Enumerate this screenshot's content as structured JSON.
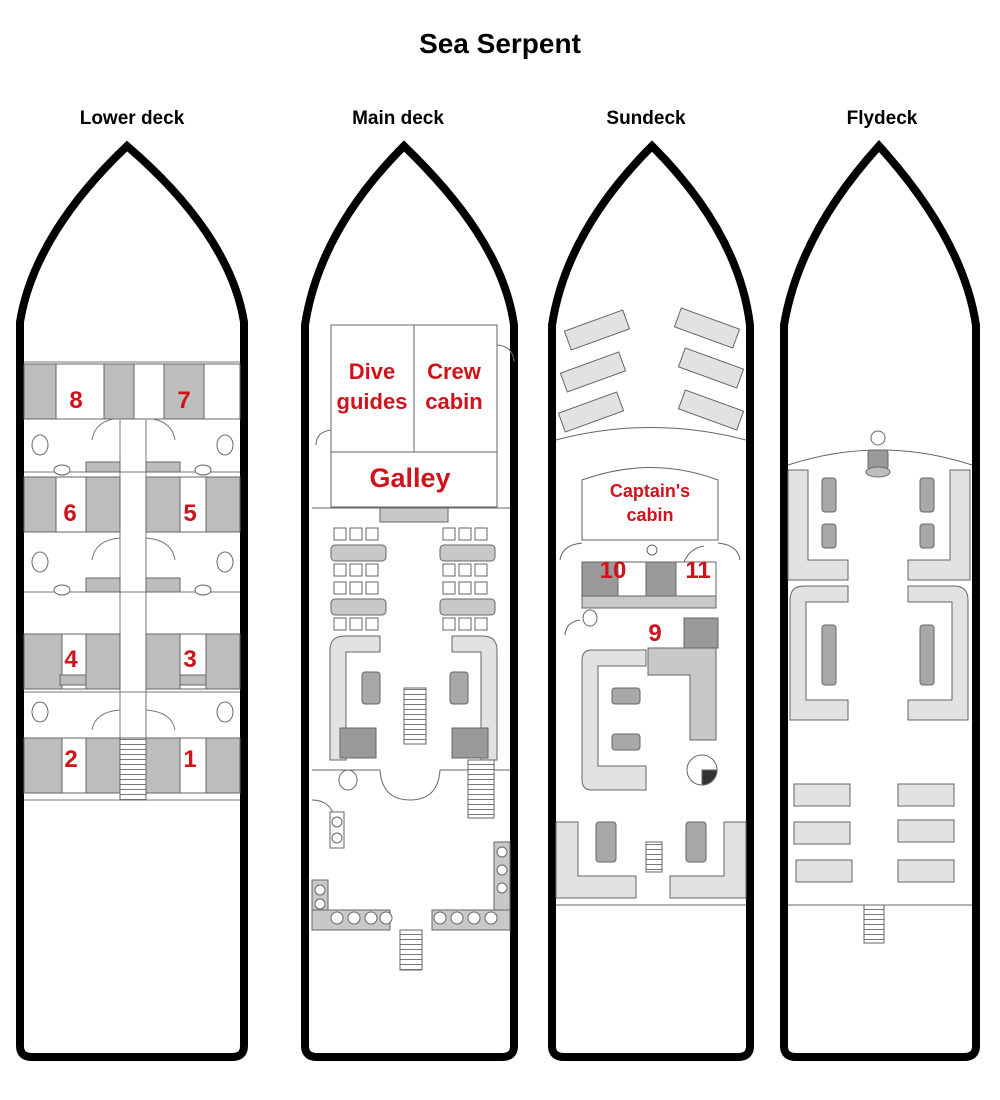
{
  "title": "Sea Serpent",
  "colors": {
    "label": "#d0131a",
    "hull": "#000000",
    "furniture": "#c8c8c8"
  },
  "decks": {
    "lower": {
      "name": "Lower deck",
      "cabins": [
        "8",
        "7",
        "6",
        "5",
        "4",
        "3",
        "2",
        "1"
      ]
    },
    "main": {
      "name": "Main deck",
      "rooms": {
        "dive": [
          "Dive",
          "guides"
        ],
        "crew": [
          "Crew",
          "cabin"
        ],
        "galley": "Galley"
      }
    },
    "sun": {
      "name": "Sundeck",
      "captain": [
        "Captain's",
        "cabin"
      ],
      "cabins": [
        "10",
        "11",
        "9"
      ]
    },
    "fly": {
      "name": "Flydeck"
    }
  }
}
